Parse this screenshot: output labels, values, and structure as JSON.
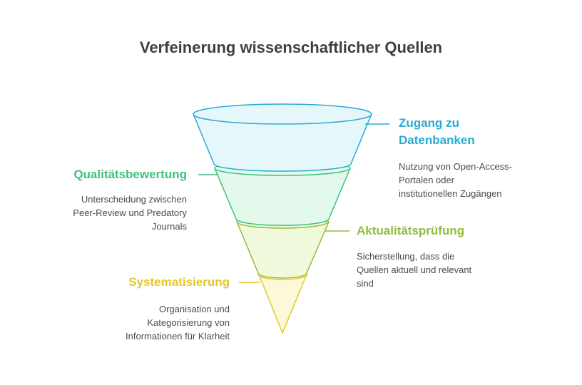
{
  "title": "Verfeinerung wissenschaftlicher Quellen",
  "stages": [
    {
      "heading_lines": [
        "Zugang zu",
        "Datenbanken"
      ],
      "description_lines": [
        "Nutzung von Open-Access-",
        "Portalen oder",
        "institutionellen Zugängen"
      ],
      "color": "#2aa9d2",
      "fill": "#e6f7fc"
    },
    {
      "heading_lines": [
        "Qualitätsbewertung"
      ],
      "description_lines": [
        "Unterscheidung zwischen",
        "Peer-Review und Predatory",
        "Journals"
      ],
      "color": "#3cc27a",
      "fill": "#e3f9ec"
    },
    {
      "heading_lines": [
        "Aktualitätsprüfung"
      ],
      "description_lines": [
        "Sicherstellung, dass die",
        "Quellen aktuell und relevant",
        "sind"
      ],
      "color": "#8fbd3e",
      "fill": "#f1f9dd"
    },
    {
      "heading_lines": [
        "Systematisierung"
      ],
      "description_lines": [
        "Organisation und",
        "Kategorisierung von",
        "Informationen für Klarheit"
      ],
      "color": "#e4c826",
      "fill": "#fdf8d9"
    }
  ]
}
